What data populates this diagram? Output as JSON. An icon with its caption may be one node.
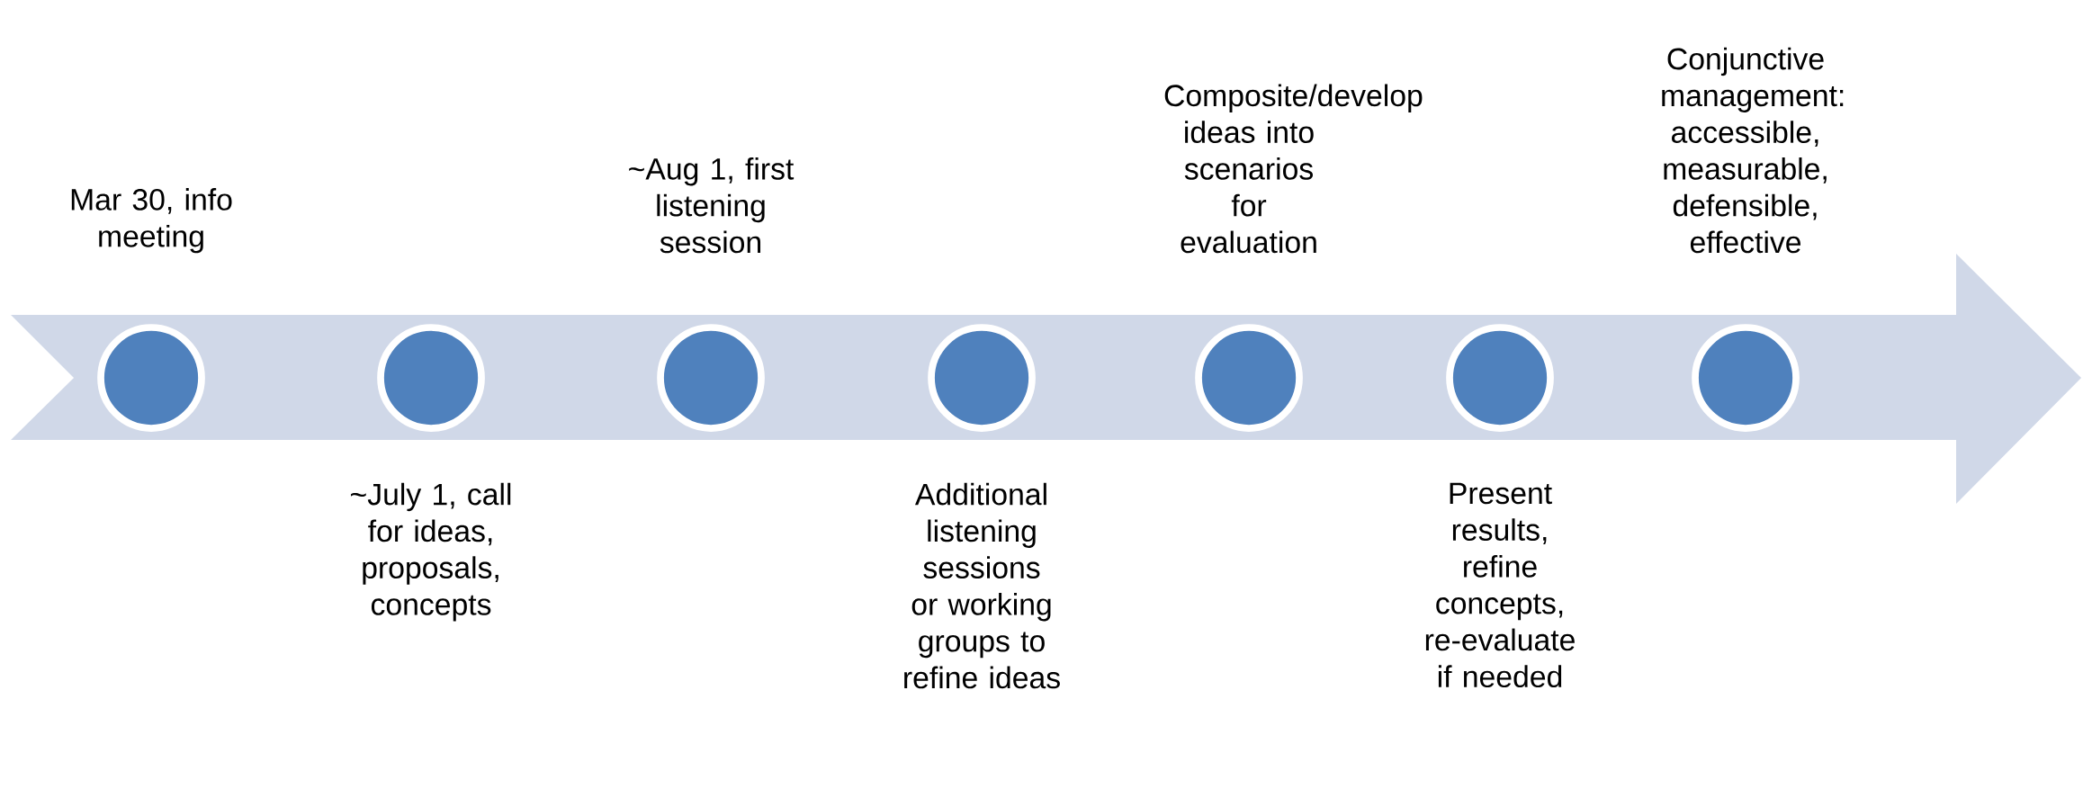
{
  "diagram": {
    "nodes": [
      {
        "text": [],
        "shape": "circle",
        "beside": [
          "Mar 30, info meeting"
        ]
      },
      {
        "text": [],
        "shape": "circle",
        "beside": [
          "~July 1, call for ideas, proposals, concepts"
        ]
      },
      {
        "text": [],
        "shape": "circle",
        "beside": [
          "~Aug 1, first listening session"
        ]
      },
      {
        "text": [],
        "shape": "circle",
        "beside": [
          "Additional listening sessions or working groups to refine ideas"
        ]
      },
      {
        "text": [],
        "shape": "circle",
        "beside": [
          "Composite/develop ideas into scenarios for evaluation"
        ]
      },
      {
        "text": [],
        "shape": "circle",
        "beside": [
          "Present results, refine concepts, re-evaluate if needed"
        ]
      },
      {
        "text": [],
        "shape": "circle",
        "beside": [
          "Conjunctive management: accessible, measurable, defensible, effective"
        ]
      }
    ]
  }
}
